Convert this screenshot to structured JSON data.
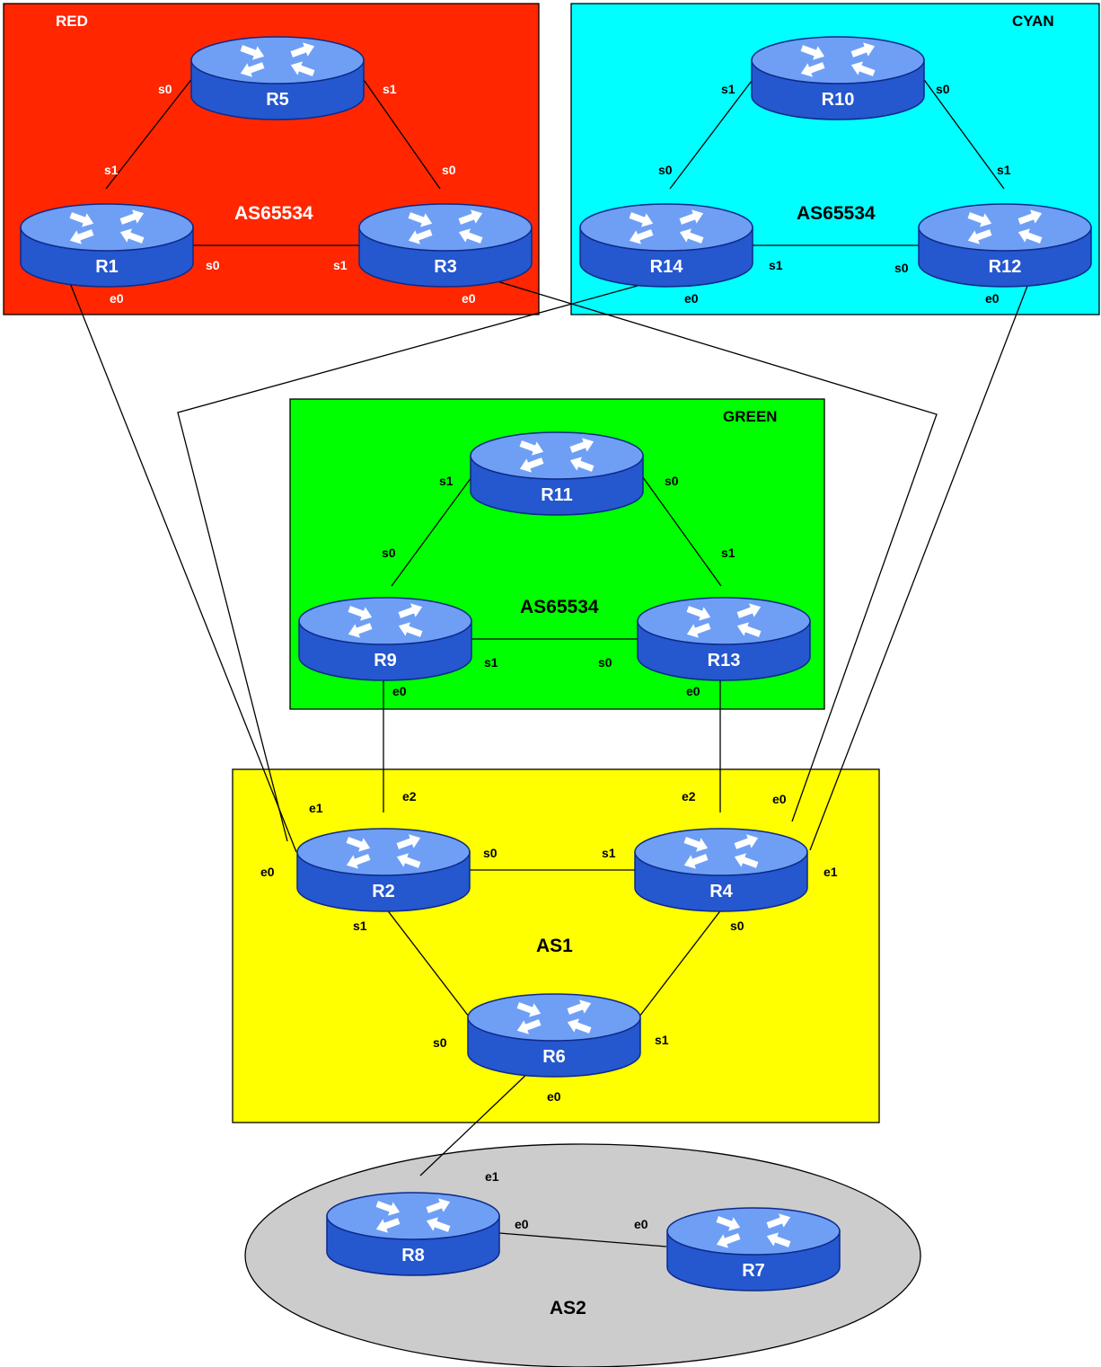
{
  "colors": {
    "red": "#ff2600",
    "cyan": "#00ffff",
    "green": "#00ff00",
    "yellow": "#ffff00",
    "as2": "#cccccc",
    "router_top": "#6f9ff5",
    "router_side": "#2557cf",
    "router_rim": "#0d2a8a"
  },
  "icons": {
    "router": "router-icon"
  },
  "zones": {
    "red": {
      "name": "RED",
      "as": "AS65534"
    },
    "cyan": {
      "name": "CYAN",
      "as": "AS65534"
    },
    "green": {
      "name": "GREEN",
      "as": "AS65534"
    },
    "as1": {
      "as": "AS1"
    },
    "as2": {
      "as": "AS2"
    }
  },
  "routers": {
    "r1": "R1",
    "r2": "R2",
    "r3": "R3",
    "r4": "R4",
    "r5": "R5",
    "r6": "R6",
    "r7": "R7",
    "r8": "R8",
    "r9": "R9",
    "r10": "R10",
    "r11": "R11",
    "r12": "R12",
    "r13": "R13",
    "r14": "R14"
  },
  "interfaces": {
    "r5_s0": "s0",
    "r5_s1": "s1",
    "r1_s1": "s1",
    "r1_s0": "s0",
    "r1_e0": "e0",
    "r3_s0": "s0",
    "r3_s1": "s1",
    "r3_e0": "e0",
    "r10_s1": "s1",
    "r10_s0": "s0",
    "r14_s0": "s0",
    "r14_s1": "s1",
    "r14_e0": "e0",
    "r12_s1": "s1",
    "r12_s0": "s0",
    "r12_e0": "e0",
    "r11_s1": "s1",
    "r11_s0": "s0",
    "r9_s0": "s0",
    "r9_s1": "s1",
    "r9_e0": "e0",
    "r13_s1": "s1",
    "r13_s0": "s0",
    "r13_e0": "e0",
    "r2_e1": "e1",
    "r2_e2": "e2",
    "r2_e0": "e0",
    "r2_s0": "s0",
    "r2_s1": "s1",
    "r4_e2": "e2",
    "r4_e0": "e0",
    "r4_s1": "s1",
    "r4_e1": "e1",
    "r4_s0": "s0",
    "r6_s0": "s0",
    "r6_s1": "s1",
    "r6_e0": "e0",
    "r8_e1": "e1",
    "r8_e0": "e0",
    "r7_e0": "e0"
  }
}
